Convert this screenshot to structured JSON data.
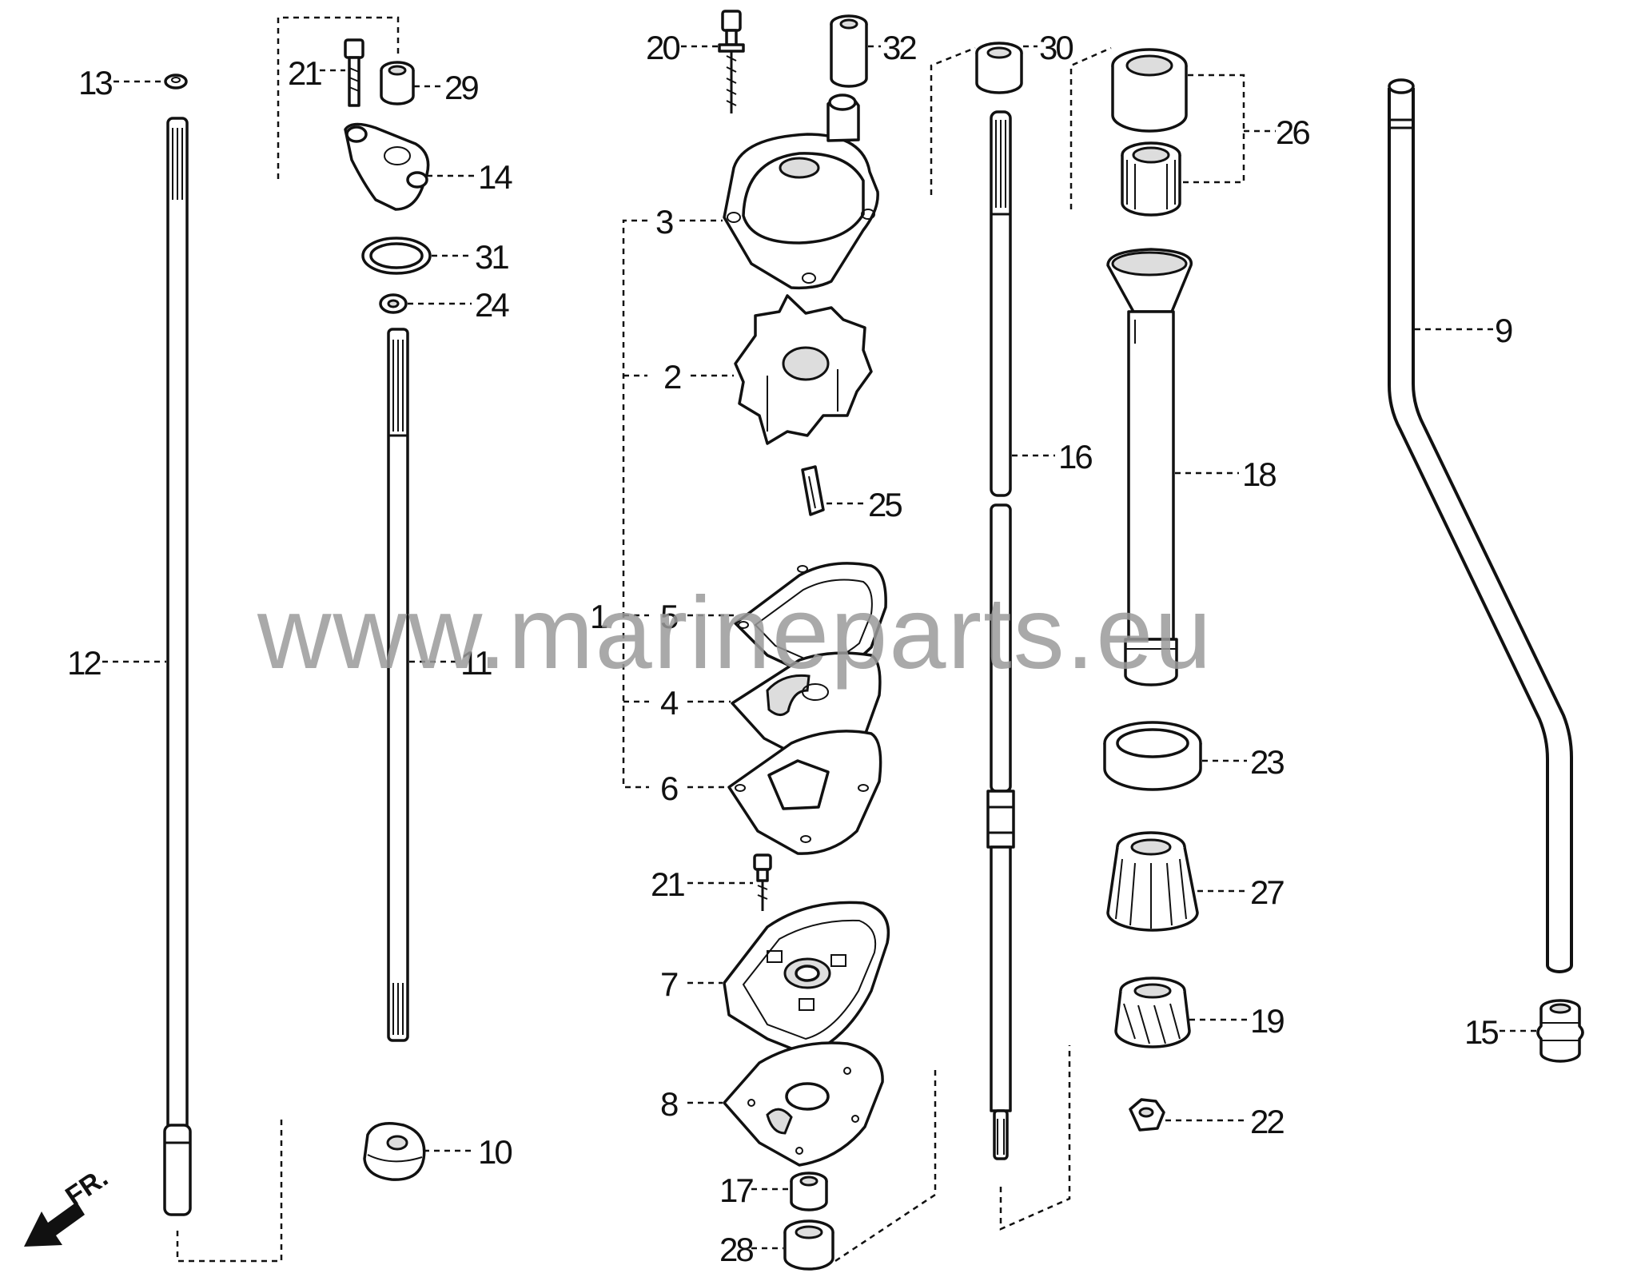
{
  "diagram": {
    "watermark": "www.marineparts.eu",
    "front_marker": "FR.",
    "part_labels": {
      "p13": "13",
      "p12": "12",
      "p21a": "21",
      "p29": "29",
      "p14": "14",
      "p31": "31",
      "p24": "24",
      "p11": "11",
      "p10": "10",
      "p20": "20",
      "p32": "32",
      "p3": "3",
      "p2": "2",
      "p25": "25",
      "p1": "1",
      "p5": "5",
      "p4": "4",
      "p6": "6",
      "p21b": "21",
      "p7": "7",
      "p8": "8",
      "p17": "17",
      "p28": "28",
      "p30": "30",
      "p16": "16",
      "p26": "26",
      "p18": "18",
      "p23": "23",
      "p27": "27",
      "p19": "19",
      "p22": "22",
      "p9": "9",
      "p15": "15"
    }
  }
}
